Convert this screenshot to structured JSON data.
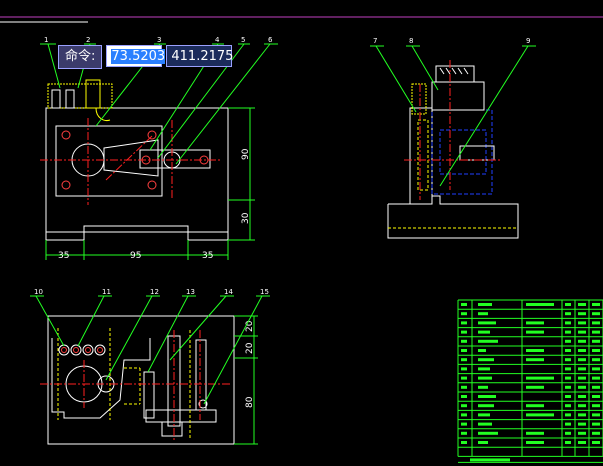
{
  "command": {
    "prompt": "命令:",
    "x_value": "73.5203",
    "y_value": "411.2175"
  },
  "callouts": {
    "c1": "1",
    "c2": "2",
    "c3": "3",
    "c4": "4",
    "c5": "5",
    "c6": "6",
    "c7": "7",
    "c8": "8",
    "c9": "9",
    "c10": "10",
    "c11": "11",
    "c12": "12",
    "c13": "13",
    "c14": "14",
    "c15": "15"
  },
  "dimensions": {
    "front_left": "35",
    "front_mid": "95",
    "front_right": "35",
    "front_h1": "90",
    "front_h2": "30",
    "bottom_h1": "20",
    "bottom_h2": "20",
    "bottom_h3": "80"
  },
  "colors": {
    "background": "#000000",
    "outline": "#ffffff",
    "hidden": "#ffff00",
    "center": "#ff2020",
    "blue": "#2040ff",
    "leader": "#22ff22",
    "magenta": "#ff40ff"
  }
}
